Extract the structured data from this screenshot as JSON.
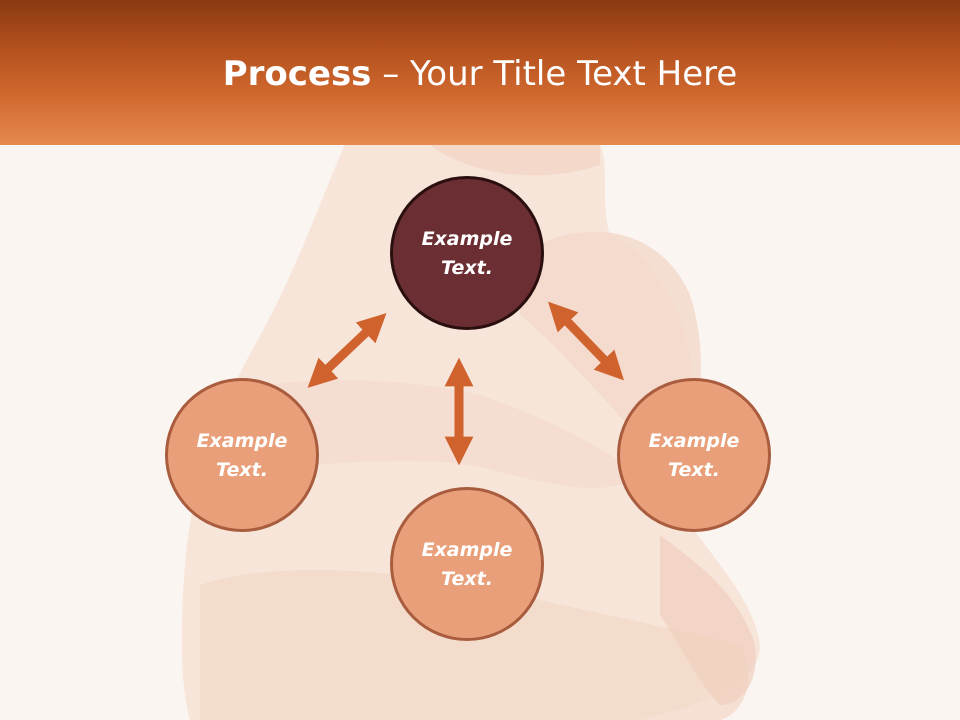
{
  "header": {
    "title_strong": "Process",
    "title_rest": " – Your Title Text Here"
  },
  "colors": {
    "header_dark": "#8a3a12",
    "header_light": "#e58a50",
    "node_primary": "#6b2f33",
    "node_secondary": "#e9a07a",
    "arrow": "#d0622e"
  },
  "diagram": {
    "nodes": [
      {
        "id": "top",
        "label": "Example\nText.",
        "style": "primary"
      },
      {
        "id": "left",
        "label": "Example\nText.",
        "style": "secondary"
      },
      {
        "id": "right",
        "label": "Example\nText.",
        "style": "secondary"
      },
      {
        "id": "bottom",
        "label": "Example\nText.",
        "style": "secondary"
      }
    ],
    "arrows": [
      {
        "from": "top",
        "to": "left",
        "direction": "bidirectional"
      },
      {
        "from": "top",
        "to": "right",
        "direction": "bidirectional"
      },
      {
        "from": "top",
        "to": "bottom",
        "direction": "bidirectional"
      }
    ]
  }
}
